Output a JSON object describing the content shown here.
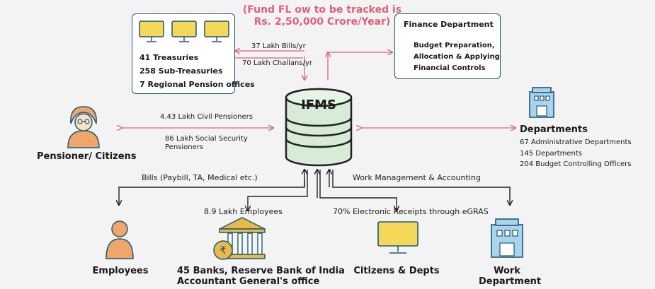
{
  "title": {
    "line1": "(Fund FL ow to be tracked is",
    "line2": "Rs. 2,50,000 Crore/Year)"
  },
  "treasury_box": {
    "items": [
      "41 Treasuries",
      "258 Sub-Treasuries",
      "7 Regional Pension offices"
    ]
  },
  "finance_box": {
    "heading": "Finance Department",
    "body": [
      "Budget Preparation,",
      "Allocation & Applying",
      "Financial Controls"
    ]
  },
  "treasury_link": {
    "bills": "37 Lakh Bills/yr",
    "challans": "70 Lakh Challans/yr"
  },
  "ifms": {
    "label": "IFMS"
  },
  "pensioner": {
    "name": "Pensioner/ Citizens",
    "civil": "4.43 Lakh Civil Pensioners",
    "social": [
      "86 Lakh Social Security",
      "Pensioners"
    ]
  },
  "departments": {
    "name": "Departments",
    "items": [
      "67 Administrative Departments",
      "145 Departments",
      "204 Budget Controlling Officers"
    ]
  },
  "bottom_labels": {
    "bills": "Bills (Paybill, TA, Medical etc.)",
    "works": "Work Management & Accounting",
    "employees_count": "8.9 Lakh Employees",
    "receipts": "70% Electronic Receipts through eGRAS"
  },
  "nodes": {
    "employees": "Employees",
    "banks": [
      "45 Banks, Reserve Bank of India",
      "Accountant General's office"
    ],
    "citizens": "Citizens & Depts",
    "work": [
      "Work",
      "Department"
    ]
  },
  "colors": {
    "accent_pink": "#e0607e",
    "ifms_green": "#d6ecd6",
    "outline_dark": "#1f5a72",
    "monitor_yellow": "#f5d85a",
    "person_orange": "#f0a56b",
    "building_blue": "#a9d3ef",
    "bank_gold": "#e9b94a"
  }
}
